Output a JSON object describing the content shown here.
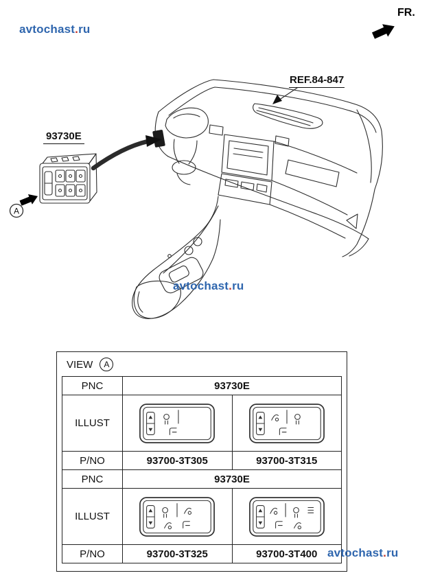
{
  "watermark": {
    "prefix": "avtochast",
    "dot": ".",
    "suffix": "ru"
  },
  "header": {
    "fr_label": "FR."
  },
  "diagram": {
    "ref_label": "REF.84-847",
    "part_code": "93730E",
    "view_marker": "A"
  },
  "table": {
    "title": "VIEW",
    "marker": "A",
    "pnc_label": "PNC",
    "illust_label": "ILLUST",
    "pno_label": "P/NO",
    "groups": [
      {
        "pnc": "93730E",
        "pnos": [
          "93700-3T305",
          "93700-3T315"
        ]
      },
      {
        "pnc": "93730E",
        "pnos": [
          "93700-3T325",
          "93700-3T400"
        ]
      }
    ]
  }
}
